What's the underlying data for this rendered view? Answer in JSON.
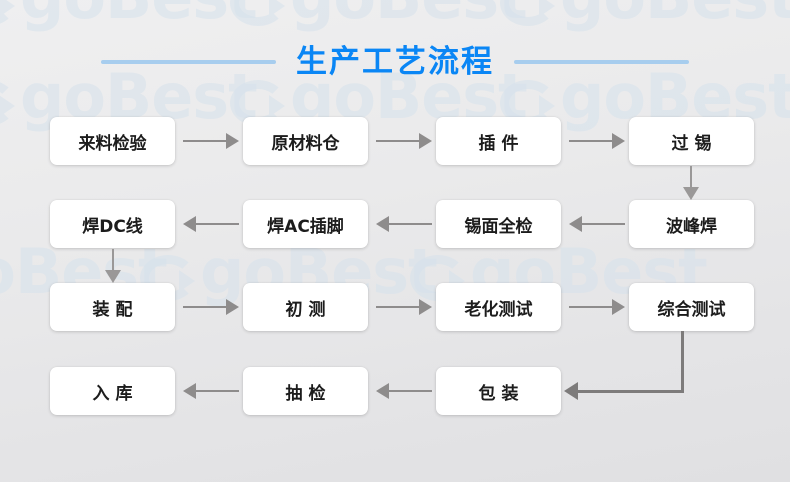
{
  "page": {
    "title": "生产工艺流程",
    "accent_blue": "#0a86f5",
    "line_blue": "#a7cdee",
    "arrow_gray": "#8e8c8c",
    "background": "#eaeaeb",
    "watermark_text": "goBest"
  },
  "watermarks": [
    {
      "text": "goBest"
    },
    {
      "text": "goBest"
    },
    {
      "text": "goBest"
    },
    {
      "text": "goBest"
    },
    {
      "text": "goBest"
    },
    {
      "text": "goBest"
    },
    {
      "text": "goBest"
    },
    {
      "text": "goBest"
    },
    {
      "text": "goBest"
    }
  ],
  "flow": {
    "rows": [
      {
        "direction": "right",
        "nodes": [
          {
            "id": "incoming-inspection",
            "label": "来料检验",
            "spaced": false
          },
          {
            "id": "raw-material-warehouse",
            "label": "原材料仓",
            "spaced": false
          },
          {
            "id": "插件",
            "label": "插件",
            "spaced": true
          },
          {
            "id": "tinning",
            "label": "过锡",
            "spaced": true
          }
        ]
      },
      {
        "direction": "left",
        "nodes": [
          {
            "id": "solder-dc-wire",
            "label": "焊DC线",
            "spaced": false
          },
          {
            "id": "solder-ac-pin",
            "label": "焊AC插脚",
            "spaced": false
          },
          {
            "id": "tin-surface-full-inspection",
            "label": "锡面全检",
            "spaced": false
          },
          {
            "id": "wave-soldering",
            "label": "波峰焊",
            "spaced": false
          }
        ]
      },
      {
        "direction": "right",
        "nodes": [
          {
            "id": "assembly",
            "label": "装配",
            "spaced": true
          },
          {
            "id": "first-test",
            "label": "初测",
            "spaced": true
          },
          {
            "id": "aging-test",
            "label": "老化测试",
            "spaced": false
          },
          {
            "id": "comprehensive-test",
            "label": "综合测试",
            "spaced": false
          }
        ]
      },
      {
        "direction": "left",
        "nodes": [
          {
            "id": "warehousing",
            "label": "入库",
            "spaced": true
          },
          {
            "id": "sampling-inspection",
            "label": "抽检",
            "spaced": true
          },
          {
            "id": "packaging",
            "label": "包装",
            "spaced": true
          }
        ]
      }
    ],
    "connectors": [
      {
        "id": "tinning-to-wave-soldering",
        "type": "vertical-down"
      },
      {
        "id": "solder-dc-wire-to-assembly",
        "type": "vertical-down"
      },
      {
        "id": "comprehensive-test-to-packaging",
        "type": "elbow-down-left"
      }
    ]
  }
}
